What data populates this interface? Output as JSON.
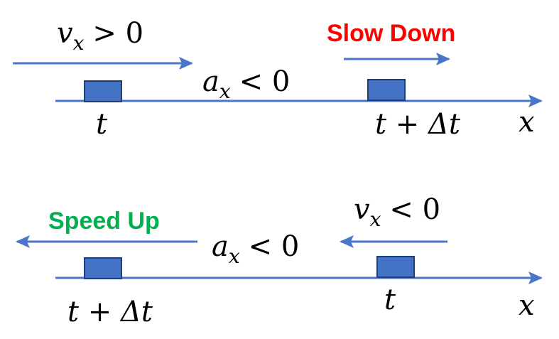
{
  "colors": {
    "line": "#4a76c9",
    "block_fill": "#4472c4",
    "block_stroke": "#1f3e7a",
    "slow_down": "#ff0000",
    "speed_up": "#00b050"
  },
  "top_scenario": {
    "velocity": {
      "symbol": "v",
      "subscript": "x",
      "relation": "> 0"
    },
    "acceleration": {
      "symbol": "a",
      "subscript": "x",
      "relation": "< 0"
    },
    "callout": "Slow Down",
    "time_start": "t",
    "time_end": "t + Δt",
    "axis_label": "x"
  },
  "bottom_scenario": {
    "velocity": {
      "symbol": "v",
      "subscript": "x",
      "relation": "< 0"
    },
    "acceleration": {
      "symbol": "a",
      "subscript": "x",
      "relation": "< 0"
    },
    "callout": "Speed Up",
    "time_start": "t",
    "time_end": "t + Δt",
    "axis_label": "x"
  }
}
